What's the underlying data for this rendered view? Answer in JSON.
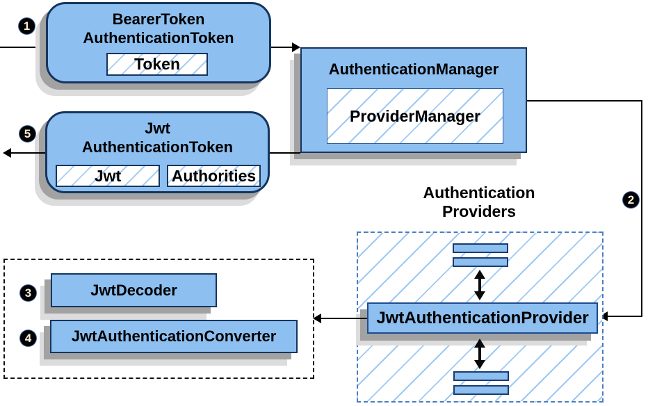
{
  "diagram": {
    "nodes": {
      "bearer_token": {
        "title": "BearerToken\nAuthenticationToken",
        "field": "Token"
      },
      "auth_manager": {
        "title": "AuthenticationManager",
        "field": "ProviderManager"
      },
      "jwt_auth_token": {
        "title": "Jwt\nAuthenticationToken",
        "field_jwt": "Jwt",
        "field_authorities": "Authorities"
      },
      "providers_group": {
        "label": "Authentication\nProviders"
      },
      "jwt_provider": {
        "title": "JwtAuthenticationProvider"
      },
      "jwt_decoder": {
        "title": "JwtDecoder"
      },
      "jwt_converter": {
        "title": "JwtAuthenticationConverter"
      }
    },
    "badges": {
      "step1": "1",
      "step2": "2",
      "step3": "3",
      "step4": "4",
      "step5": "5"
    },
    "colors": {
      "node_fill": "#8dbff0",
      "node_border": "#15355e",
      "hatch_line": "#a9cdf2",
      "providers_dash": "#4a7dbf",
      "black_dash": "#111111",
      "shadow_dark": "#a2a2a2",
      "shadow_light": "#dcdcdc",
      "badge_fill": "#030303",
      "badge_text": "#f7edd8",
      "line": "#000000"
    }
  }
}
